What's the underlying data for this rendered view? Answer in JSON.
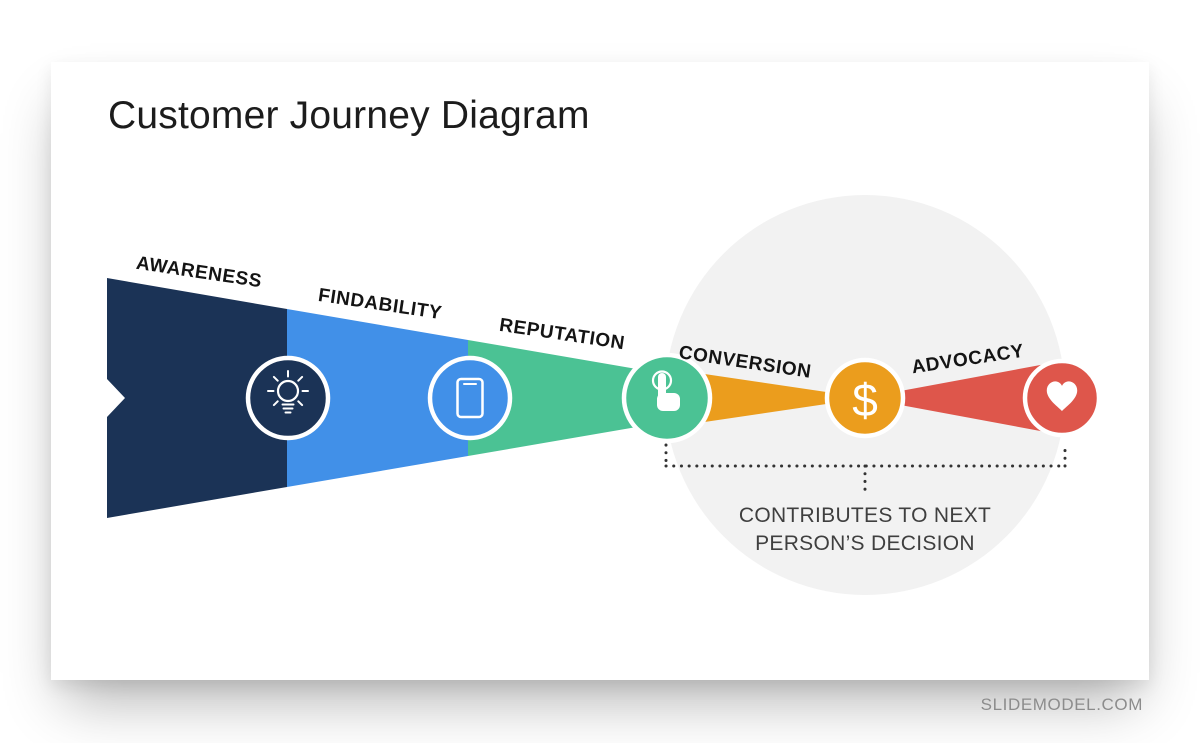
{
  "page": {
    "title": "Customer Journey Diagram",
    "watermark": "SLIDEMODEL.COM"
  },
  "diagram": {
    "stages": [
      {
        "label": "AWARENESS",
        "color": "#1b3356",
        "icon": "lightbulb-icon"
      },
      {
        "label": "FINDABILITY",
        "color": "#4190e8",
        "icon": "smartphone-icon"
      },
      {
        "label": "REPUTATION",
        "color": "#4bc294",
        "icon": "tap-icon"
      },
      {
        "label": "CONVERSION",
        "color": "#eb9d1d",
        "icon": "dollar-icon"
      },
      {
        "label": "ADVOCACY",
        "color": "#de564b",
        "icon": "heart-icon"
      }
    ],
    "dollar_symbol": "$",
    "annotation": {
      "line1": "CONTRIBUTES TO NEXT",
      "line2": "PERSON’S DECISION"
    },
    "colors": {
      "backdrop_circle": "#f2f2f2",
      "dotted_line": "#333333",
      "icon": "#ffffff"
    }
  }
}
